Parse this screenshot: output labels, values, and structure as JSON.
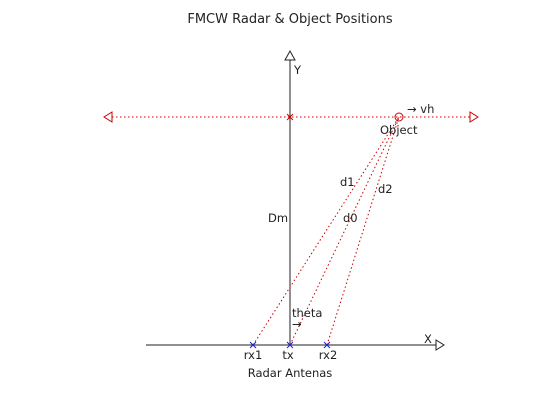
{
  "title": "FMCW Radar & Object Positions",
  "axes": {
    "x_label": "X",
    "y_label": "Y"
  },
  "antennas": {
    "group_label": "Radar Antenas",
    "items": [
      {
        "label": "rx1",
        "key": "rx1"
      },
      {
        "label": "tx",
        "key": "tx"
      },
      {
        "label": "rx2",
        "key": "rx2"
      }
    ]
  },
  "object": {
    "label": "Object",
    "velocity_label": "→ vh"
  },
  "distances": {
    "d0": "d0",
    "d1": "d1",
    "d2": "d2",
    "dm": "Dm"
  },
  "angle": {
    "theta": "theta",
    "arrow": "→"
  },
  "colors": {
    "axis": "#222222",
    "object_marker": "#cc0000",
    "path_line": "#cc0000",
    "antenna_marker": "#1f1fd0"
  }
}
